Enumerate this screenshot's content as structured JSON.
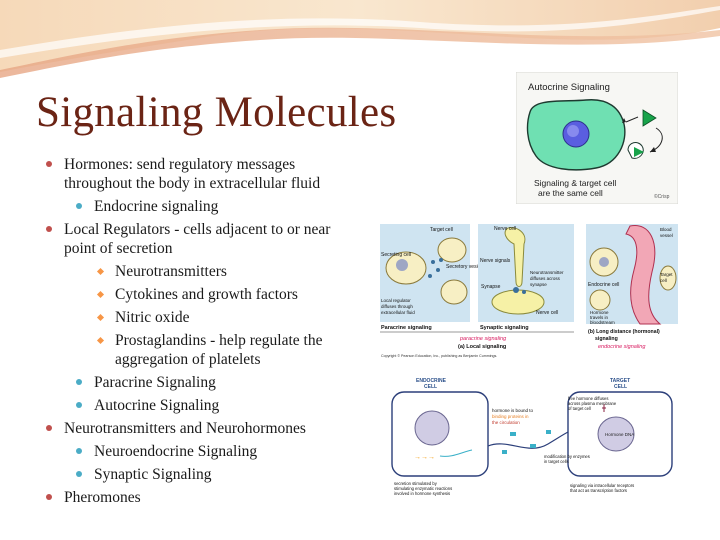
{
  "title": "Signaling Molecules",
  "bullets": [
    {
      "level": 1,
      "text": "Hormones: send regulatory messages throughout the body in extracellular fluid"
    },
    {
      "level": 2,
      "text": "Endocrine signaling"
    },
    {
      "level": 1,
      "text": "Local Regulators - cells adjacent to or near point of secretion"
    },
    {
      "level": 3,
      "text": "Neurotransmitters"
    },
    {
      "level": 3,
      "text": "Cytokines and growth factors"
    },
    {
      "level": 3,
      "text": "Nitric oxide"
    },
    {
      "level": 3,
      "text": "Prostaglandins - help regulate the aggregation of platelets"
    },
    {
      "level": 2,
      "text": "Paracrine Signaling"
    },
    {
      "level": 2,
      "text": "Autocrine Signaling"
    },
    {
      "level": 1,
      "text": "Neurotransmitters and Neurohormones"
    },
    {
      "level": 2,
      "text": "Neuroendocrine Signaling"
    },
    {
      "level": 2,
      "text": "Synaptic Signaling"
    },
    {
      "level": 1,
      "text": "Pheromones"
    }
  ],
  "autocrine_figure": {
    "heading": "Autocrine Signaling",
    "caption_line1": "Signaling & target cell",
    "caption_line2": "are the same cell",
    "credit": "©Crisp"
  },
  "local_figure": {
    "paracrine": {
      "target_cell": "Target cell",
      "secreting_cell": "Secreting cell",
      "secretory_vesicle": "Secretory vesicle",
      "diffuses_line1": "Local regulator",
      "diffuses_line2": "diffuses through",
      "diffuses_line3": "extracellular fluid",
      "label": "Paracrine signaling",
      "tag": "paracrine signaling"
    },
    "synaptic": {
      "nerve_cell_top": "Nerve cell",
      "nerve_signals": "Nerve signals",
      "synapse": "Synapse",
      "nt_line1": "Neurotransmitter",
      "nt_line2": "diffuses across",
      "nt_line3": "synapse",
      "nerve_cell_bottom": "Nerve cell",
      "label": "Synaptic signaling"
    },
    "local_caption": "(a) Local signaling",
    "endocrine": {
      "blood_vessel_line1": "Blood",
      "blood_vessel_line2": "vessel",
      "target_line1": "Target",
      "target_line2": "cell",
      "endocrine_cell": "Endocrine cell",
      "hormone_line1": "Hormone",
      "hormone_line2": "travels in",
      "hormone_line3": "bloodstream",
      "caption_line1": "(b) Long distance (hormonal)",
      "caption_line2": "signaling",
      "tag": "endocrine signaling"
    },
    "copyright": "Copyright © Pearson Education, Inc., publishing as Benjamin Cummings."
  },
  "endocrine_figure": {
    "left_title_line1": "ENDOCRINE",
    "left_title_line2": "CELL",
    "right_title_line1": "TARGET",
    "right_title_line2": "CELL",
    "bound_line1": "hormone is bound to",
    "bound_line2": "binding proteins in",
    "bound_line3": "the circulation",
    "free_line1": "free hormone diffuses",
    "free_line2": "across plasma membrane",
    "free_line3": "of target cell",
    "hormone_dna": "Hormone DNA",
    "modification_line1": "modification by enzymes",
    "modification_line2": "in target cells",
    "secretion_line1": "secretion stimulated by",
    "secretion_line2": "stimulating enzymatic reactions",
    "secretion_line3": "involved in hormone synthesis",
    "signaling_line1": "signaling via intracellular receptors",
    "signaling_line2": "that act as transcription factors"
  }
}
